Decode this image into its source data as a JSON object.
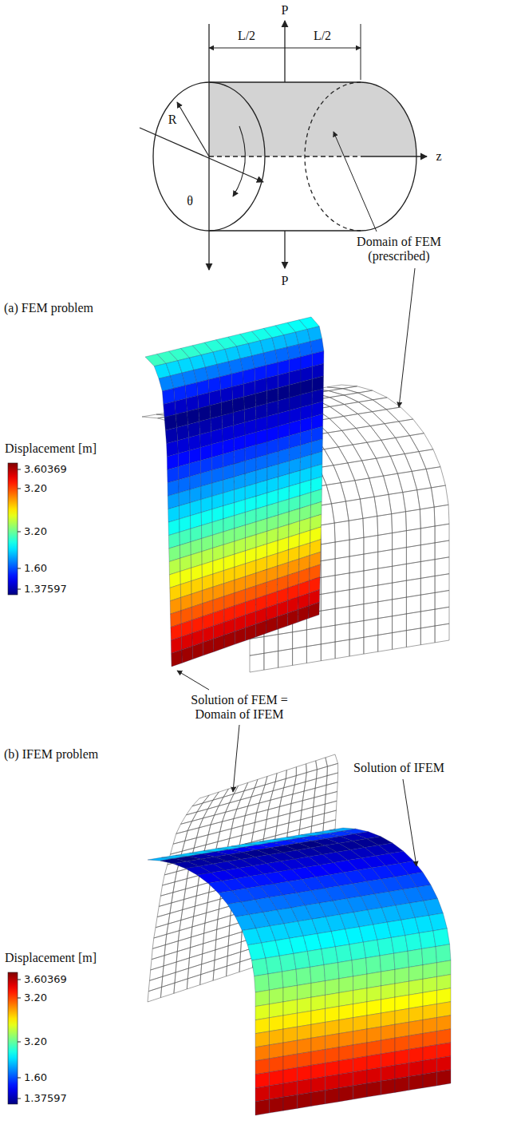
{
  "diagram": {
    "labels": [
      "P",
      "L/2",
      "L/2",
      "R",
      "θ",
      "z",
      "P",
      "Domain of FEM (prescribed)",
      "(a) FEM problem",
      "Displacement [m]",
      "3.60369",
      "3.20",
      "3.20",
      "1.60",
      "1.37597",
      "Solution of FEM = Domain of IFEM",
      "(b) IFEM problem",
      "Solution of IFEM",
      "Displacement [m]",
      "3.60369",
      "3.20",
      "3.20",
      "1.60",
      "1.37597"
    ]
  }
}
